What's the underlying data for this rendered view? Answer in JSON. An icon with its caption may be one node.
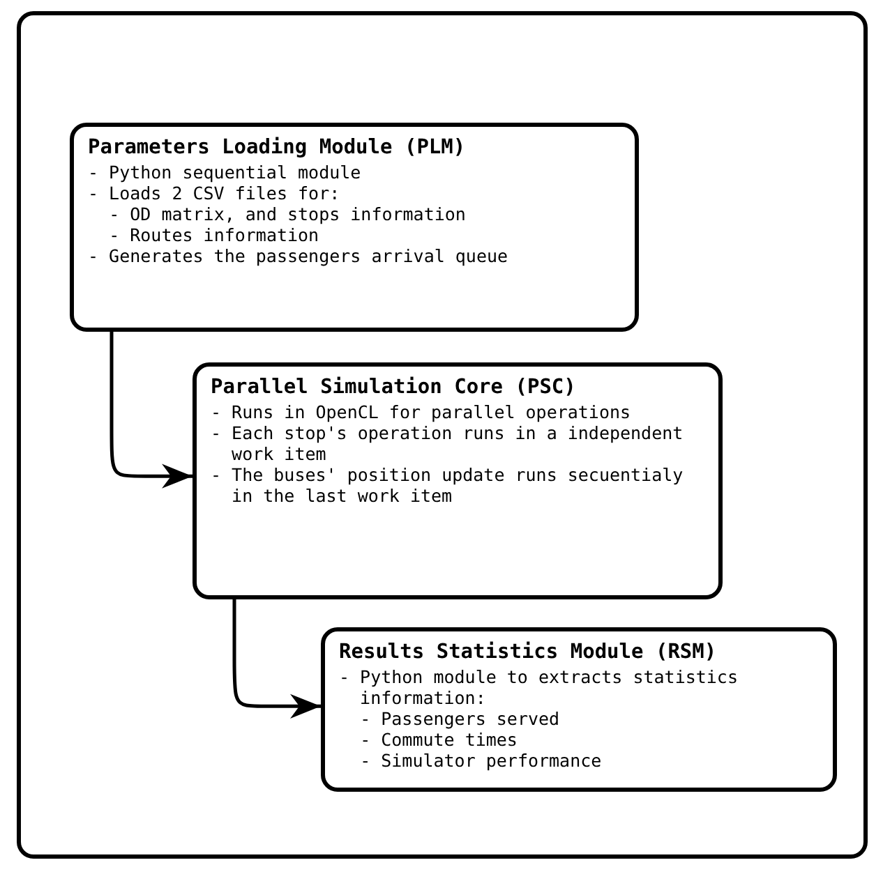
{
  "diagram": {
    "nodes": [
      {
        "text": [],
        "shape": "box"
      },
      {
        "text": [
          "Parameters Loading Module (PLM)",
          "- Python sequential module",
          "- Loads 2 CSV files for:",
          "  - OD matrix, and stops information",
          "  - Routes information",
          "- Generates the passengers arrival queue"
        ],
        "in": 0
      },
      {
        "text": [
          "Parallel Simulation Core (PSC)",
          "- Runs in OpenCL for parallel operations",
          "- Each stop's operation runs in a independent work item",
          "- The buses' position update runs secuentialy in the last work item"
        ],
        "in": 0
      },
      {
        "text": [
          "Results Statistics Module (RSM)",
          "- Python module to extracts statistics information:",
          "  - Passengers served",
          "  - Commute times",
          "  - Simulator performance"
        ],
        "in": 0
      }
    ],
    "edges": [
      {
        "from": 1,
        "to": 2,
        "arrow": "to"
      },
      {
        "from": 2,
        "to": 3,
        "arrow": "to"
      }
    ]
  }
}
